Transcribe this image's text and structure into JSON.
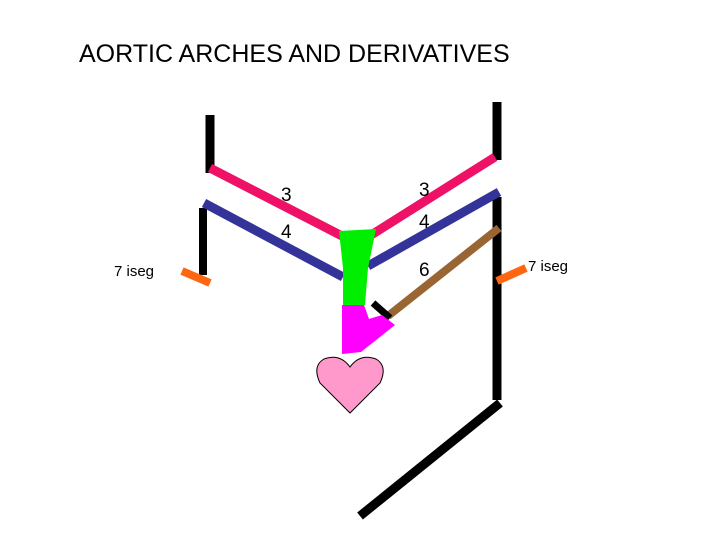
{
  "title": "AORTIC ARCHES AND DERIVATIVES",
  "labels": {
    "arch3_left": "3",
    "arch3_right": "3",
    "arch4_left": "4",
    "arch4_right": "4",
    "arch6_right": "6",
    "iseg_left": "7 iseg",
    "iseg_right": "7 iseg"
  },
  "colors": {
    "vessel": "#000000",
    "arch3": "#ee1166",
    "arch4": "#333399",
    "arch6": "#996633",
    "iseg": "#ff6611",
    "truncus": "#00ee00",
    "bulbus": "#ff00ff",
    "heart": "#ff99cc"
  }
}
